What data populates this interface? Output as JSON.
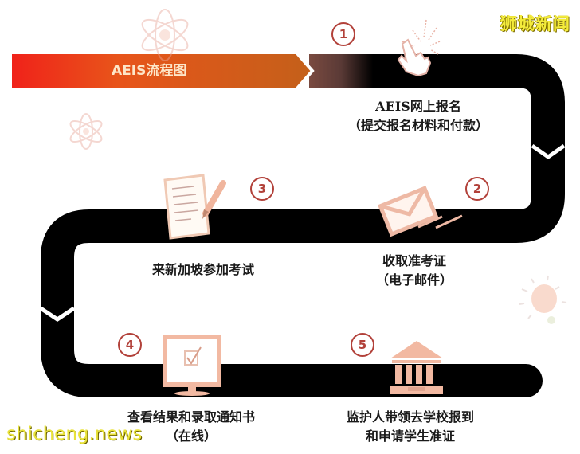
{
  "header": {
    "title": "AEIS流程图"
  },
  "watermarks": {
    "top_right": "狮城新闻",
    "bottom_left": "shicheng.news"
  },
  "colors": {
    "path": "#000000",
    "title_gradient_start": "#f0221a",
    "title_gradient_end": "#c4601a",
    "title_tail": "#6e4b45",
    "step_circle": "#b2413a",
    "icon_fill": "#f2b9a2"
  },
  "steps": [
    {
      "number": "1",
      "icon": "pointing-hand-click-icon",
      "lines": [
        "AEIS网上报名",
        "（提交报名材料和付款）"
      ]
    },
    {
      "number": "2",
      "icon": "envelope-mail-icon",
      "lines": [
        "收取准考证",
        "（电子邮件）"
      ]
    },
    {
      "number": "3",
      "icon": "paper-pencil-icon",
      "lines": [
        "来新加坡参加考试"
      ]
    },
    {
      "number": "4",
      "icon": "monitor-checkbox-icon",
      "lines": [
        "查看结果和录取通知书",
        "（在线）"
      ]
    },
    {
      "number": "5",
      "icon": "school-building-icon",
      "lines": [
        "监护人带领去学校报到",
        "和申请学生准证"
      ]
    }
  ],
  "decorations": [
    "atom-icon",
    "atom-icon",
    "lightbulb-icon"
  ]
}
